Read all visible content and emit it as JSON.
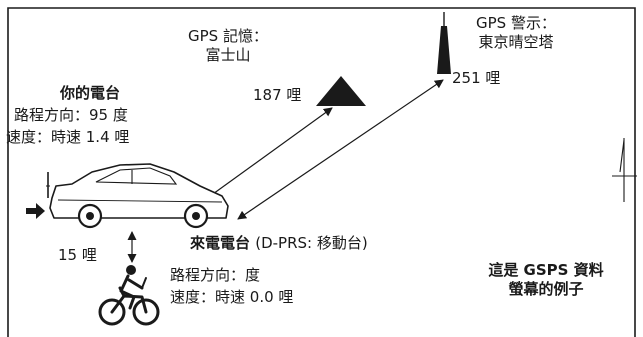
{
  "gps_memory": {
    "line1": "GPS 記憶：",
    "line2": "富士山",
    "distance": "187 哩"
  },
  "gps_alarm": {
    "line1": "GPS 警示：",
    "line2": "東京晴空塔",
    "distance": "251 哩"
  },
  "my_station": {
    "title": "你的電台",
    "course": "路程方向：95 度",
    "speed": "速度：時速 1.4 哩"
  },
  "calling_station": {
    "title_prefix": "來電電台 ",
    "title_suffix": "(D-PRS: 移動台)",
    "course": "路程方向：度",
    "speed_prefix": "速度：時速 ",
    "speed_value": "0.0 哩"
  },
  "near_distance": "15 哩",
  "caption": {
    "line1": "這是 GSPS 資料",
    "line2": "螢幕的例子"
  }
}
